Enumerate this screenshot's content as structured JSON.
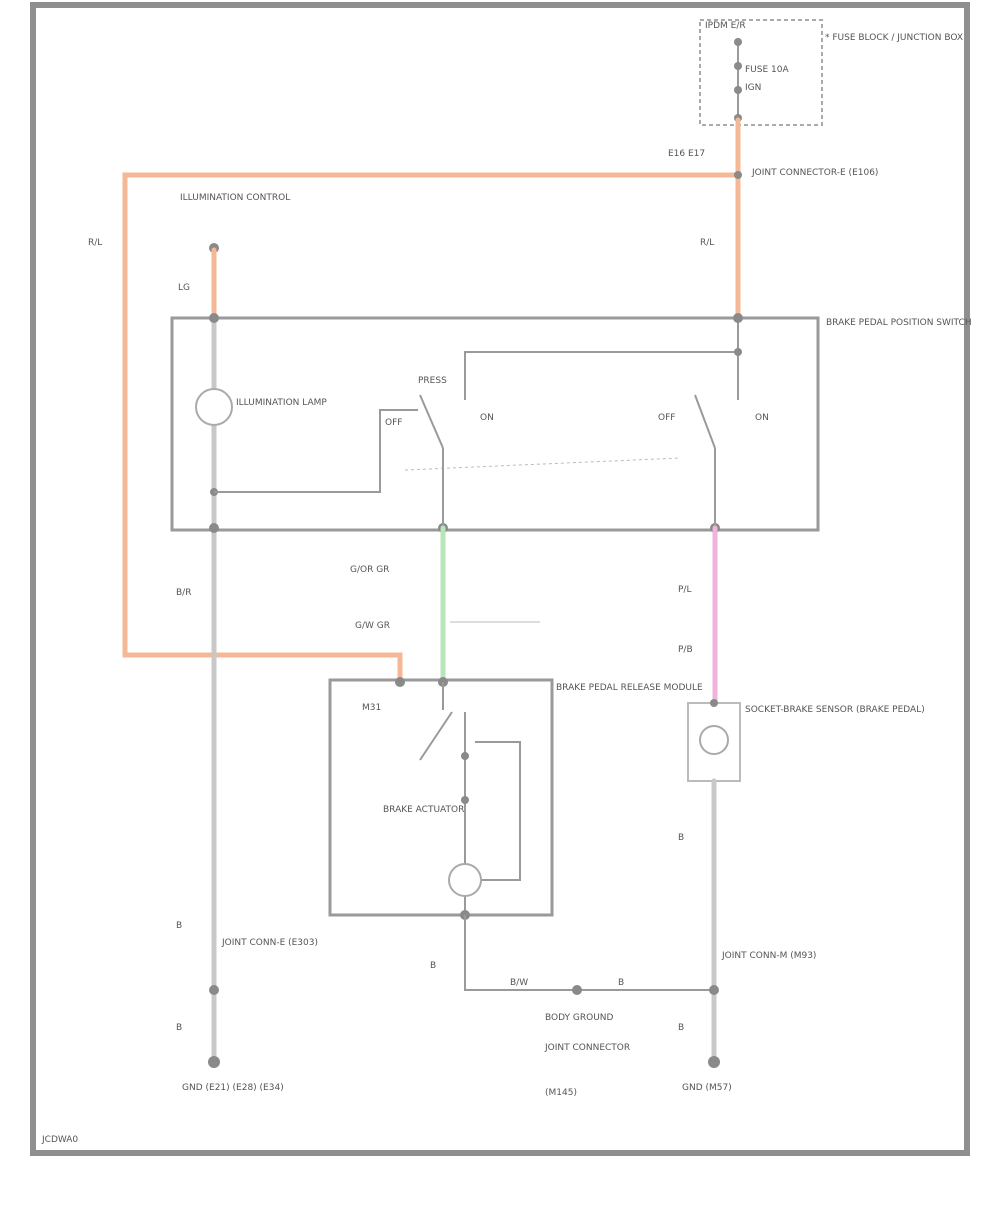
{
  "colors": {
    "orange_wire": "#f5b896",
    "gray_wire": "#c8c8c8",
    "green_wire": "#b9e6b9",
    "pink_wire": "#f0b4dc",
    "frame": "#8f8f8f"
  },
  "labels": {
    "ipdm_header": "IPDM E/R",
    "ipdm_desc": "* FUSE BLOCK / JUNCTION BOX",
    "fuse_label": "FUSE 10A",
    "ign_label": "IGN",
    "connector_top": "E16  E17",
    "joint_connector": "JOINT CONNECTOR-E (E106)",
    "illum_source": "ILLUMINATION CONTROL",
    "wire_lg_left": "LG",
    "wire_lg_left_color": "R/L",
    "wire_lg_right": "R/L",
    "brake_switch_block": "BRAKE PEDAL POSITION SWITCH",
    "illum_lamp": "ILLUMINATION LAMP",
    "sw_left_off": "OFF",
    "sw_left_on": "ON",
    "sw_left_top": "PRESS",
    "sw_right_off": "OFF",
    "sw_right_on": "ON",
    "wire_gr_left": "B/R",
    "wire_green_1": "G/OR  GR",
    "wire_green_2": "G/W  GR",
    "wire_pink_1": "P/L",
    "wire_pink_2": "P/B",
    "module_label": "BRAKE PEDAL RELEASE MODULE",
    "module_pin": "M31",
    "actuator_label": "BRAKE ACTUATOR",
    "sensor_label": "SOCKET-BRAKE SENSOR (BRAKE PEDAL)",
    "wire_b_left": "B",
    "joint_left": "JOINT CONN-E (E303)",
    "wire_b_bottom_left": "B",
    "ground_left": "GND (E21) (E28) (E34)",
    "wire_b_mid": "B",
    "wire_b_mid2": "B/W",
    "wire_b_mid3": "B",
    "ground_mid": "BODY GROUND",
    "ground_mid2": "JOINT CONNECTOR",
    "ground_mid3": "(M145)",
    "wire_b_right": "B",
    "joint_right": "JOINT CONN-M (M93)",
    "wire_b_bottom_right": "B",
    "ground_right": "GND (M57)",
    "figure_id": "JCDWA0"
  }
}
